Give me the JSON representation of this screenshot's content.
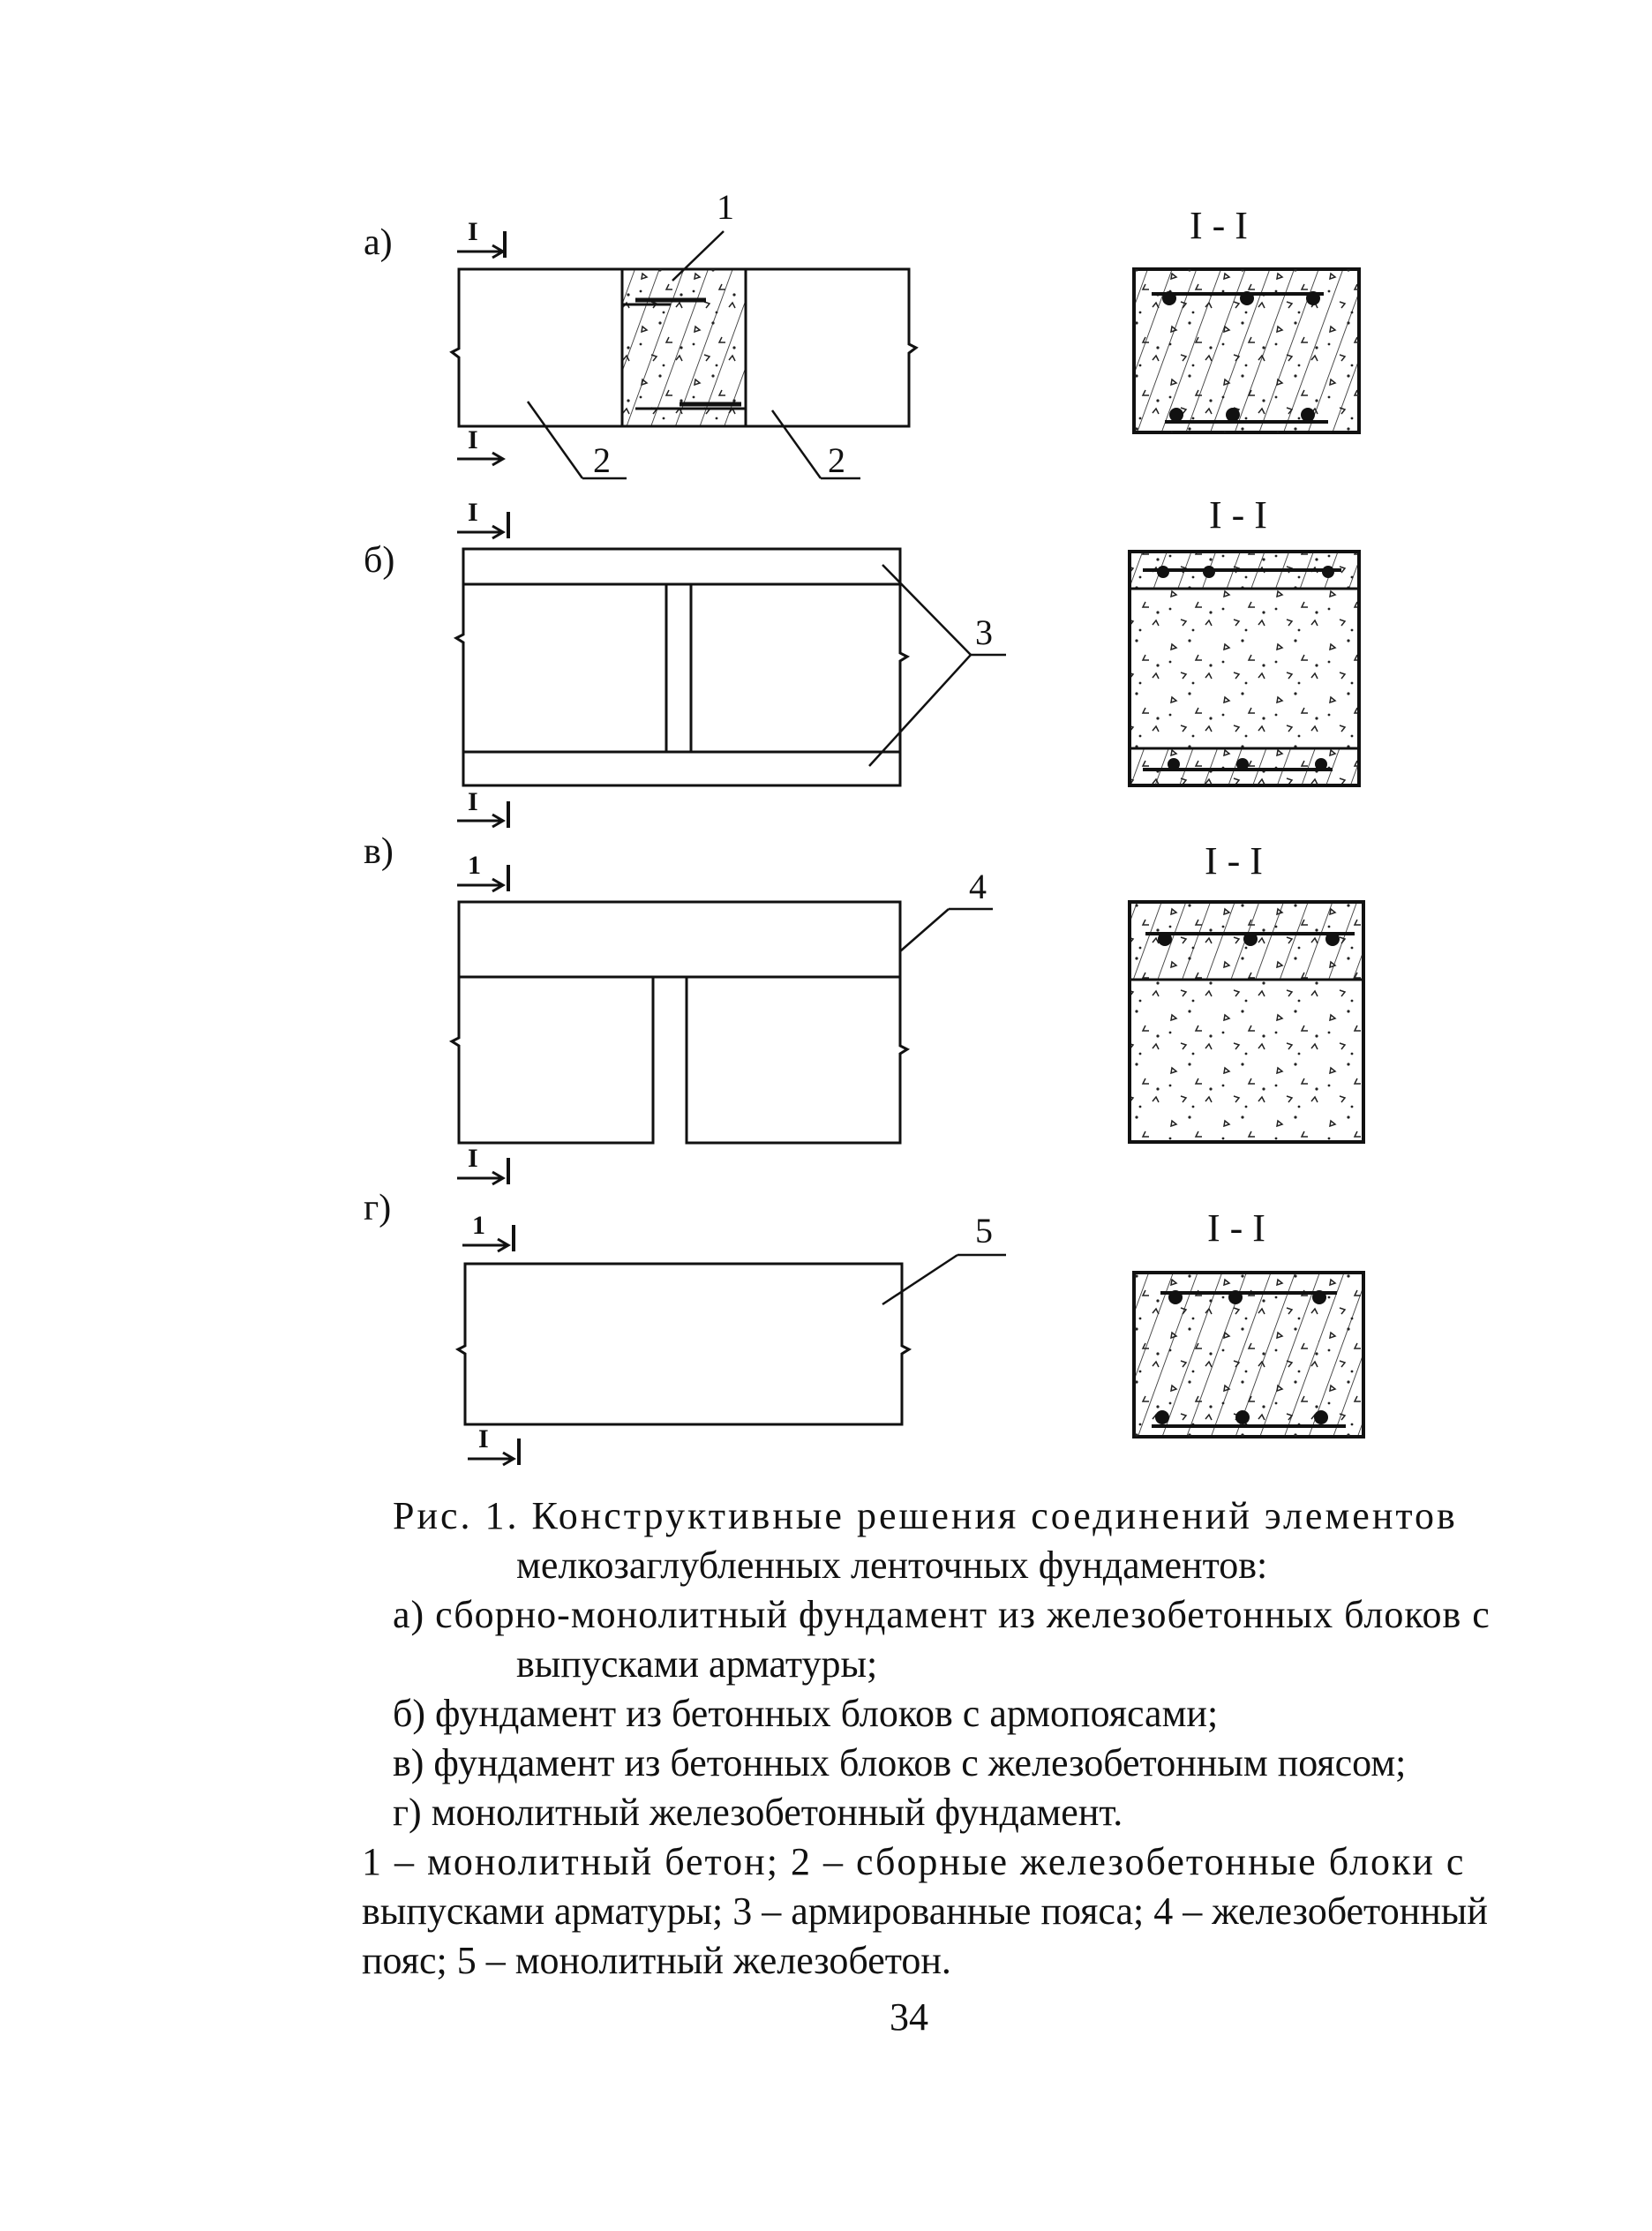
{
  "figure": {
    "panels": [
      {
        "id": "a",
        "label": "а)",
        "section_mark": "I",
        "section_title": "I - I",
        "callouts": [
          "1",
          "2",
          "2"
        ]
      },
      {
        "id": "b",
        "label": "б)",
        "section_mark": "I",
        "section_title": "I - I",
        "callouts": [
          "3"
        ]
      },
      {
        "id": "v",
        "label": "в)",
        "section_mark": "1",
        "section_mark_bottom": "I",
        "section_title": "I - I",
        "callouts": [
          "4"
        ]
      },
      {
        "id": "g",
        "label": "г)",
        "section_mark": "1",
        "section_mark_bottom": "I",
        "section_title": "I - I",
        "callouts": [
          "5"
        ]
      }
    ]
  },
  "caption": {
    "title_line1": "Рис. 1. Конструктивные решения соединений элементов",
    "title_line2": "мелкозаглубленных ленточных фундаментов:",
    "item_a_line1": "а) сборно-монолитный фундамент из железобетонных блоков с",
    "item_a_line2": "выпусками арматуры;",
    "item_b": "б) фундамент из бетонных блоков с армопоясами;",
    "item_v": "в) фундамент из бетонных блоков с железобетонным поясом;",
    "item_g": "г) монолитный железобетонный фундамент.",
    "legend_line1": "1 – монолитный бетон; 2 – сборные железобетонные блоки с",
    "legend_line2": "выпусками арматуры; 3 – армированные пояса; 4 – железобетонный",
    "legend_line3": "пояс; 5 – монолитный железобетон."
  },
  "page_number": "34"
}
